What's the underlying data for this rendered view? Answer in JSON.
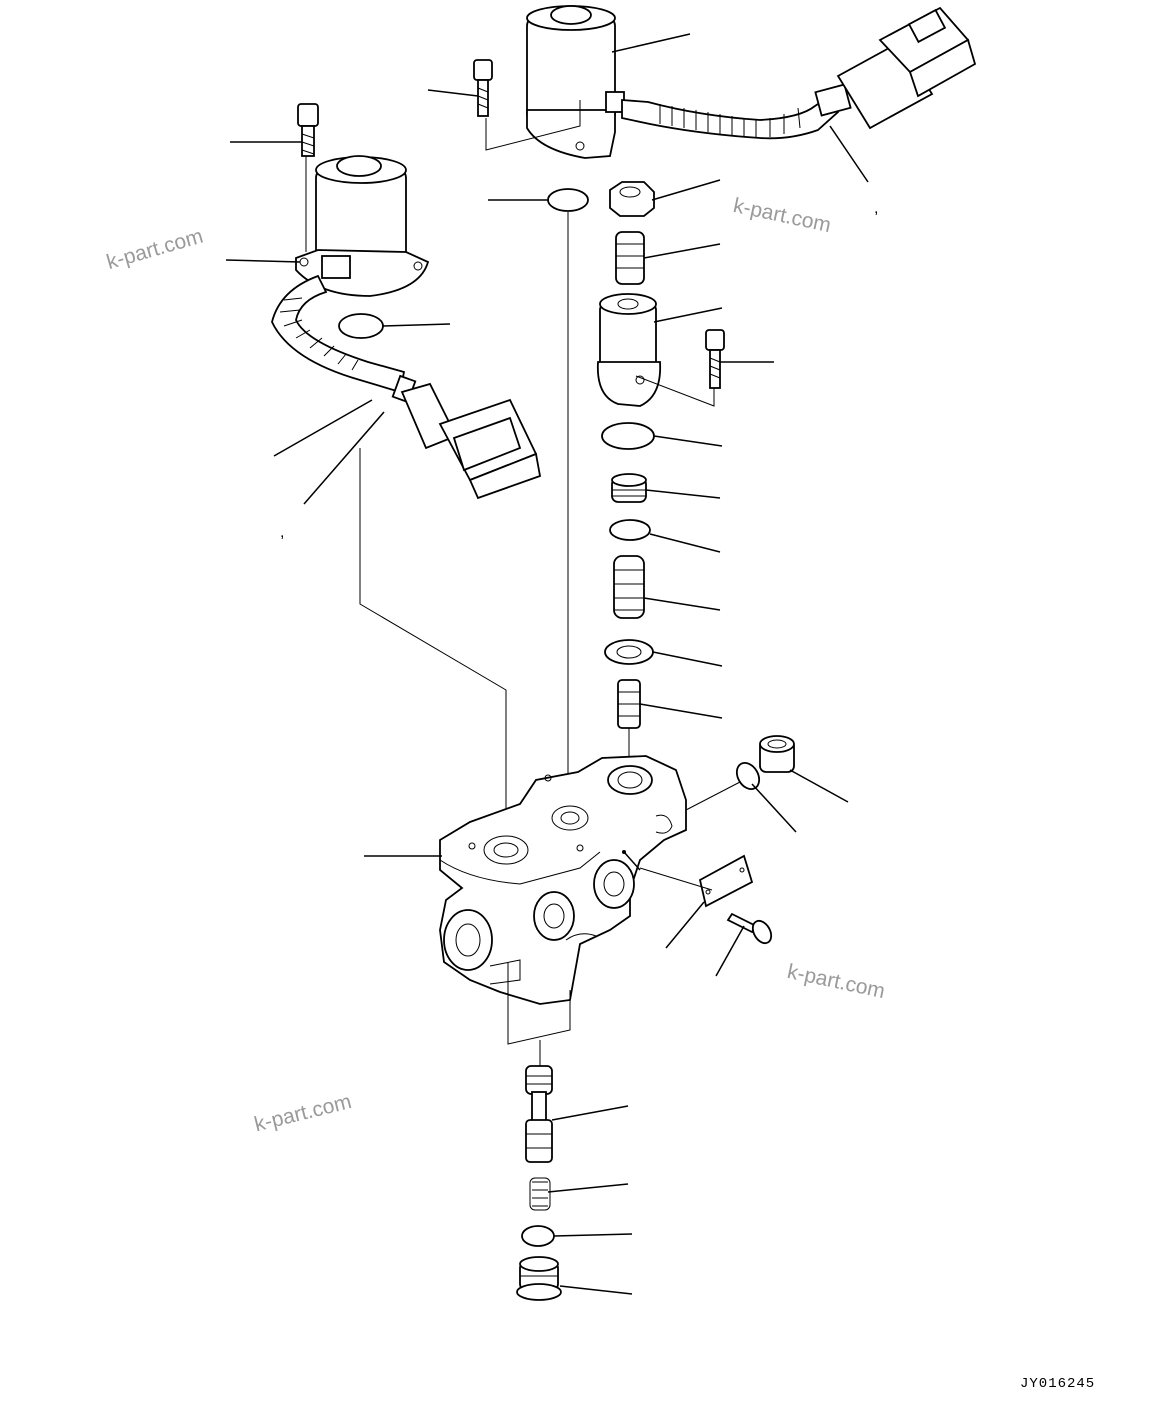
{
  "watermarks": [
    "k-part.com",
    "k-part.com",
    "k-part.com",
    "k-part.com"
  ],
  "drawing_code": "JY016245",
  "callout_commas": [
    ",",
    ","
  ]
}
